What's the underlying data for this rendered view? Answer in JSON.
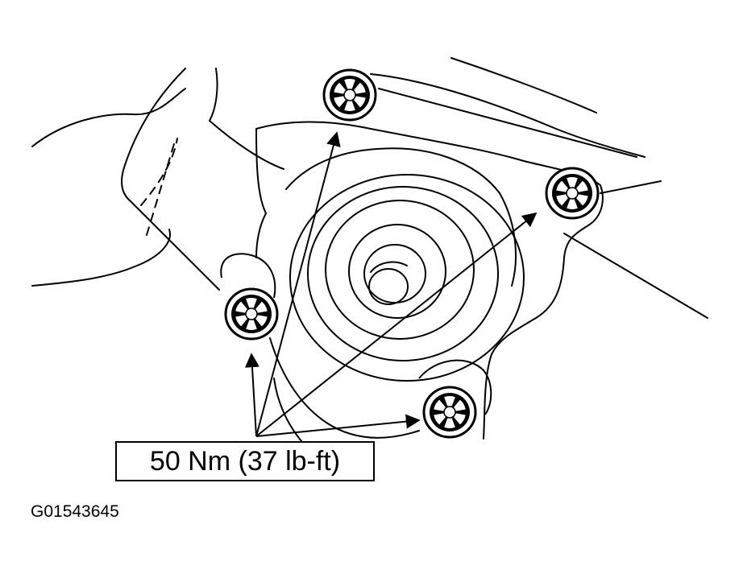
{
  "callout": {
    "label": "50 Nm (37 lb-ft)"
  },
  "figure_id": "G01543645",
  "colors": {
    "ink": "#000000",
    "paper": "#ffffff"
  },
  "bolt_count": 4
}
